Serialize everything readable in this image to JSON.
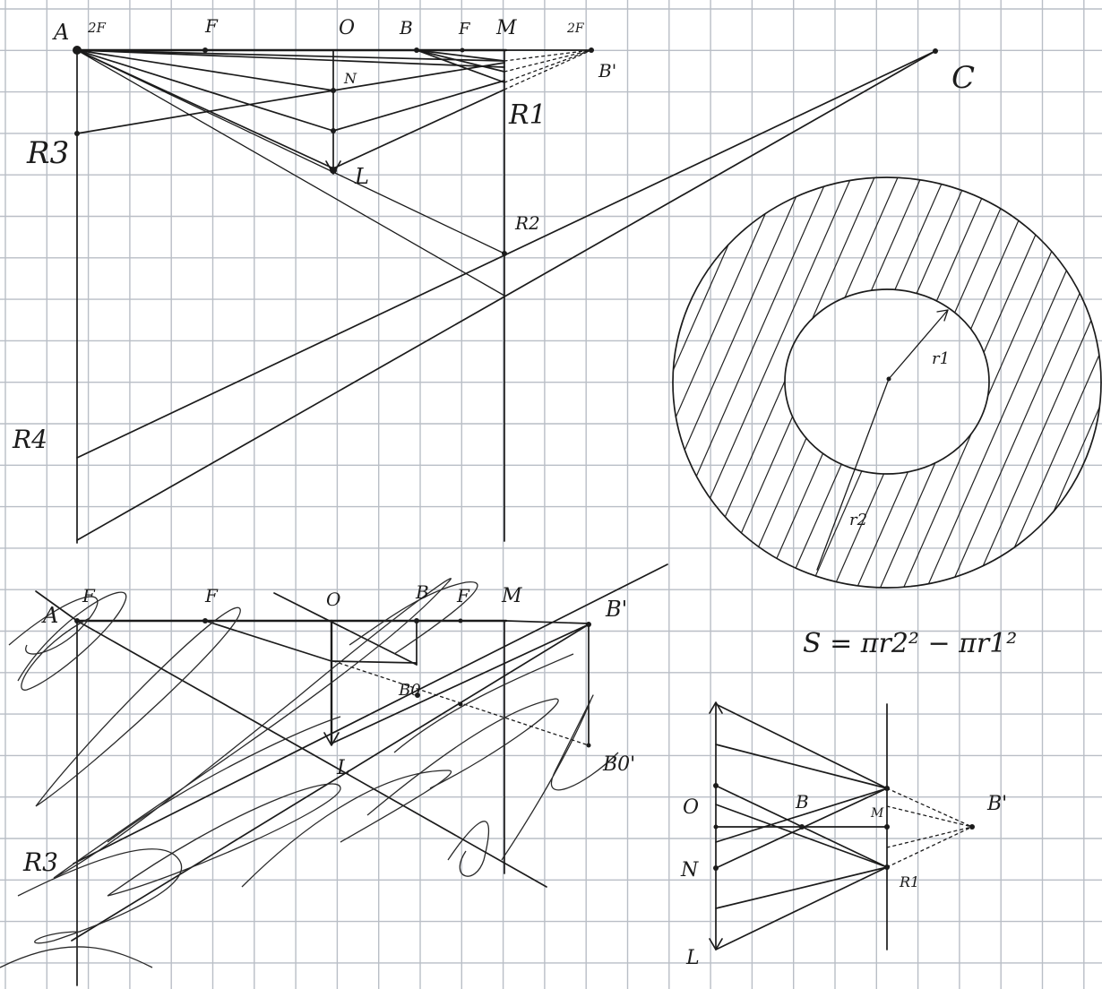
{
  "top_diagram": {
    "labels": {
      "A": "A",
      "twoF_left": "2F",
      "F_left": "F",
      "O": "O",
      "B": "B",
      "F_right": "F",
      "M": "M",
      "twoF_right": "2F",
      "B_prime": "B'",
      "C": "C",
      "N": "N",
      "L": "L",
      "R1": "R1",
      "R2": "R2",
      "R3": "R3",
      "R4": "R4"
    }
  },
  "bottom_diagram": {
    "labels": {
      "A": "A",
      "F_left": "F",
      "F_mid": "F",
      "O": "O",
      "B": "B",
      "F_right": "F",
      "M": "M",
      "B_prime": "B'",
      "B0": "B0",
      "B0_prime": "B0'",
      "L": "L",
      "R3": "R3"
    }
  },
  "ring": {
    "label_r1": "r1",
    "label_r2": "r2",
    "formula": "S = πr2² − πr1²"
  },
  "mirror_diagram": {
    "labels": {
      "O": "O",
      "B": "B",
      "M": "M",
      "B_prime": "B'",
      "N": "N",
      "R1": "R1",
      "L": "L"
    }
  }
}
